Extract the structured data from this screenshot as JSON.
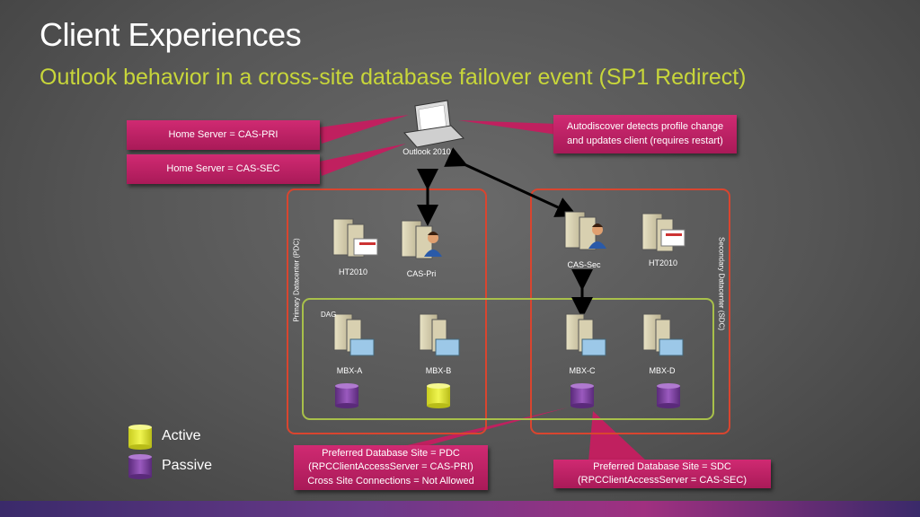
{
  "title": "Client Experiences",
  "subtitle": "Outlook behavior in a cross-site database failover event (SP1 Redirect)",
  "callouts": {
    "home_pri": "Home Server = CAS-PRI",
    "home_sec": "Home Server = CAS-SEC",
    "autodiscover_line1": "Autodiscover detects profile change",
    "autodiscover_line2": "and updates client (requires restart)",
    "pdc_line1": "Preferred Database Site = PDC",
    "pdc_line2": "(RPCClientAccessServer = CAS-PRI)",
    "pdc_line3": "Cross Site Connections = Not Allowed",
    "sdc_line1": "Preferred Database Site = SDC",
    "sdc_line2": "(RPCClientAccessServer = CAS-SEC)"
  },
  "client": {
    "label": "Outlook 2010"
  },
  "datacenters": {
    "primary": "Primary Datacenter (PDC)",
    "secondary": "Secondary Datacenter (SDC)"
  },
  "dag_label": "DAG",
  "servers": {
    "ht_pri": "HT2010",
    "cas_pri": "CAS-Pri",
    "cas_sec": "CAS-Sec",
    "ht_sec": "HT2010",
    "mbx_a": "MBX-A",
    "mbx_b": "MBX-B",
    "mbx_c": "MBX-C",
    "mbx_d": "MBX-D"
  },
  "legend": {
    "active": "Active",
    "passive": "Passive"
  },
  "colors": {
    "callout": "#c0205f",
    "datacenter_border": "#d9452f",
    "dag_border": "#a8c04a",
    "active_db": "#e3e83a",
    "passive_db": "#7a3a9a",
    "subtitle": "#c8d63a"
  }
}
